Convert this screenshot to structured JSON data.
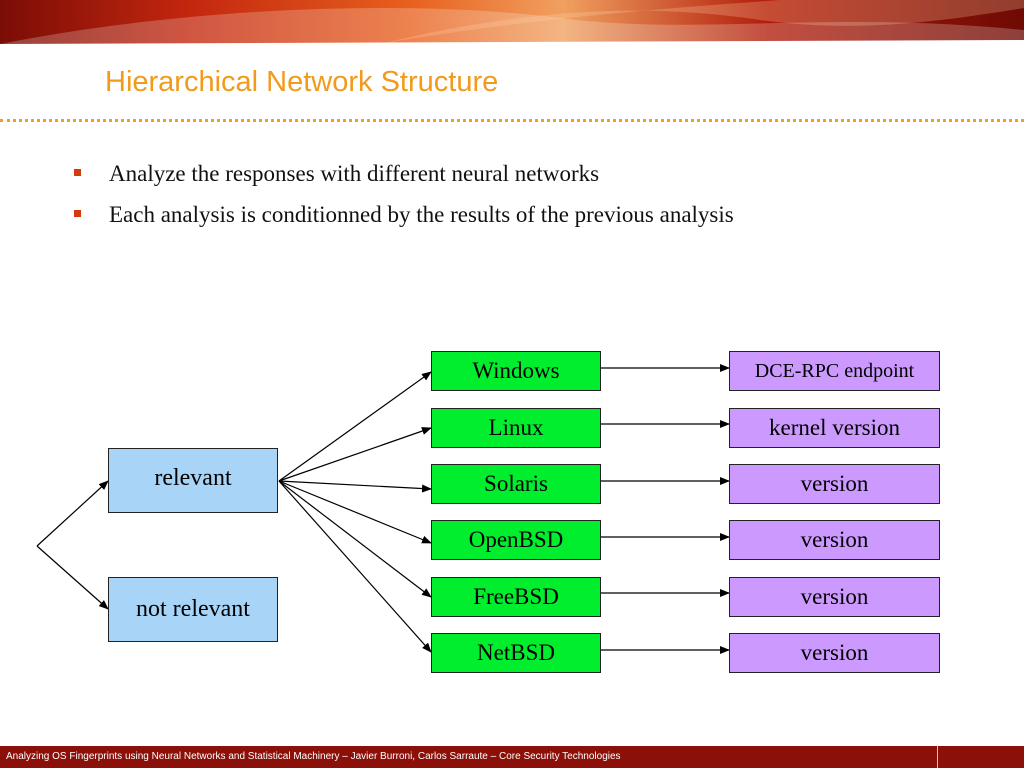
{
  "slide": {
    "title": "Hierarchical Network Structure",
    "bullets": [
      "Analyze the responses with different neural networks",
      "Each analysis is conditionned by the results of the previous analysis"
    ],
    "footer": "Analyzing OS Fingerprints using Neural Networks and Statistical Machinery – Javier Burroni, Carlos Sarraute – Core Security Technologies"
  },
  "diagram": {
    "first_level": [
      "relevant",
      "not relevant"
    ],
    "os_nodes": [
      "Windows",
      "Linux",
      "Solaris",
      "OpenBSD",
      "FreeBSD",
      "NetBSD"
    ],
    "detail_nodes": [
      "DCE-RPC endpoint",
      "kernel version",
      "version",
      "version",
      "version",
      "version"
    ]
  },
  "colors": {
    "title": "#f29a1a",
    "relevance_box": "#a8d4f8",
    "os_box": "#00ee2e",
    "detail_box": "#cc99ff",
    "footer_bar": "#8a1009",
    "bullet_marker": "#d53a0c"
  }
}
